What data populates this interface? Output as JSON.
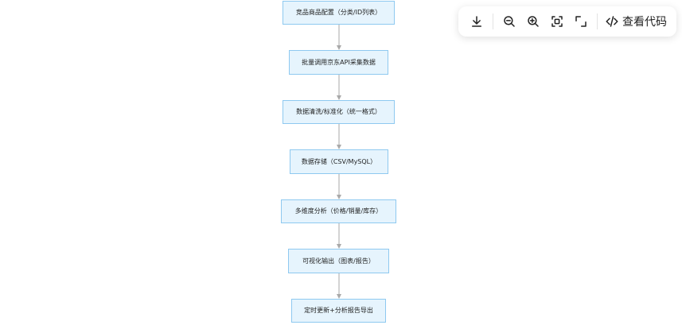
{
  "flowchart": {
    "nodes": [
      {
        "id": "n1",
        "label": "竞品商品配置（分类/ID列表）"
      },
      {
        "id": "n2",
        "label": "批量调用京东API采集数据"
      },
      {
        "id": "n3",
        "label": "数据清洗/标准化（统一格式）"
      },
      {
        "id": "n4",
        "label": "数据存储（CSV/MySQL）"
      },
      {
        "id": "n5",
        "label": "多维度分析（价格/销量/库存）"
      },
      {
        "id": "n6",
        "label": "可视化输出（图表/报告）"
      },
      {
        "id": "n7",
        "label": "定时更新+分析报告导出"
      }
    ],
    "edges": [
      {
        "from": "n1",
        "to": "n2"
      },
      {
        "from": "n2",
        "to": "n3"
      },
      {
        "from": "n3",
        "to": "n4"
      },
      {
        "from": "n4",
        "to": "n5"
      },
      {
        "from": "n5",
        "to": "n6"
      },
      {
        "from": "n6",
        "to": "n7"
      }
    ]
  },
  "toolbar": {
    "buttons": [
      {
        "name": "download-button",
        "icon": "download-icon"
      },
      {
        "name": "zoom-out-button",
        "icon": "zoom-out-icon"
      },
      {
        "name": "zoom-in-button",
        "icon": "zoom-in-icon"
      },
      {
        "name": "fit-screen-button",
        "icon": "fit-screen-icon"
      },
      {
        "name": "fullscreen-button",
        "icon": "fullscreen-icon"
      }
    ],
    "view_code_label": "查看代码",
    "view_code_icon": "code-icon"
  },
  "colors": {
    "node_fill": "#e6f4fd",
    "node_border": "#8ec9f0",
    "edge": "#a9a9a9"
  }
}
